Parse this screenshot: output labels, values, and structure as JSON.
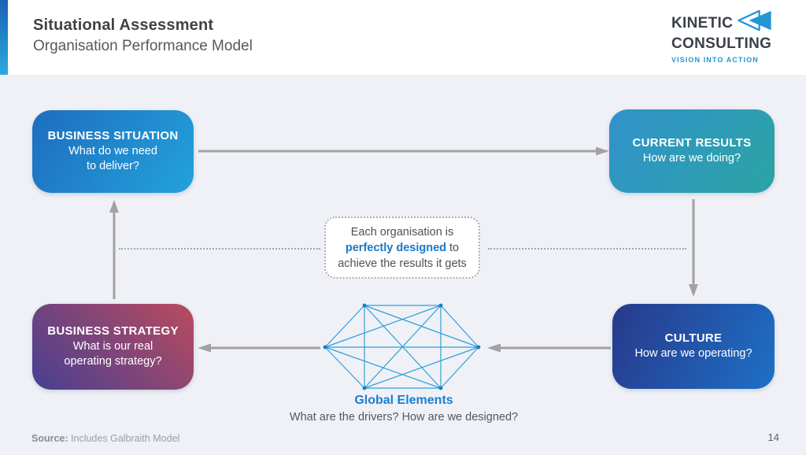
{
  "slide": {
    "title": "Situational Assessment",
    "subtitle": "Organisation Performance Model",
    "page_number": "14"
  },
  "logo": {
    "name_line1": "KINETIC",
    "name_line2": "CONSULTING",
    "tagline": "VISION INTO ACTION",
    "icon": "bowtie-icon",
    "brand_blue": "#2196d3",
    "text_color": "#3c4149"
  },
  "diagram": {
    "boxes": {
      "business_situation": {
        "title": "BUSINESS SITUATION",
        "lines": [
          "What do we need",
          "to deliver?"
        ],
        "gradient": {
          "angle": "125deg",
          "from": "#1e6dbf",
          "to": "#23a2db"
        }
      },
      "current_results": {
        "title": "CURRENT RESULTS",
        "lines": [
          "How are we doing?"
        ],
        "gradient": {
          "angle": "125deg",
          "from": "#3192cc",
          "to": "#2ba4a3"
        }
      },
      "business_strategy": {
        "title": "BUSINESS STRATEGY",
        "lines": [
          "What is our real",
          "operating strategy?"
        ],
        "gradient": {
          "angle": "45deg",
          "from": "#483f92",
          "to": "#b94b5e"
        }
      },
      "culture": {
        "title": "CULTURE",
        "lines": [
          "How are we operating?"
        ],
        "gradient": {
          "angle": "115deg",
          "from": "#28398b",
          "to": "#1d70c6"
        }
      }
    },
    "center_note": {
      "line1": "Each organisation is",
      "highlight": "perfectly designed",
      "after_highlight": " to",
      "line3": "achieve the results it gets",
      "highlight_color": "#1879c8"
    },
    "global_elements": {
      "label": "Global Elements",
      "caption": "What are the drivers? How are we designed?",
      "label_color": "#1b7ed2",
      "network_color": "#2f9ed9"
    },
    "arrow_color": "#a2a2a2"
  },
  "footer": {
    "source_label": "Source:",
    "source_text": "Includes Galbraith Model"
  }
}
